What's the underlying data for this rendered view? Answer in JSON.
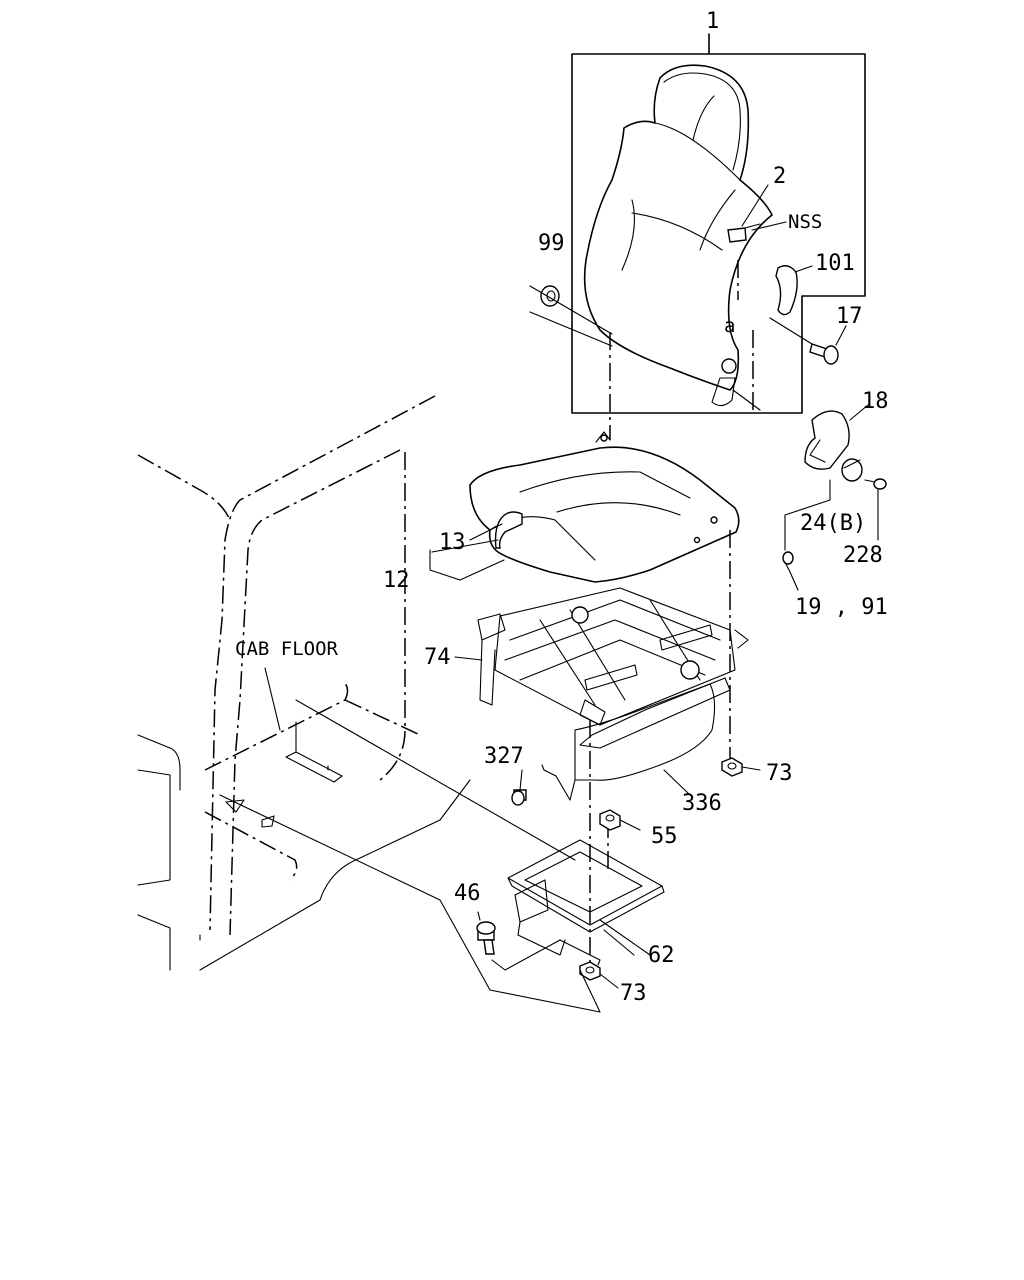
{
  "labels": {
    "p1": "1",
    "p2": "2",
    "nss": "NSS",
    "p99": "99",
    "p101": "101",
    "p17": "17",
    "p18": "18",
    "p24b": "24(B)",
    "p228": "228",
    "p19_91": "19 , 91",
    "p13": "13",
    "p12": "12",
    "cab_floor": "CAB FLOOR",
    "p74": "74",
    "p327": "327",
    "p73a": "73",
    "p336": "336",
    "p55": "55",
    "p46": "46",
    "p62": "62",
    "p73b": "73",
    "a": "a"
  }
}
